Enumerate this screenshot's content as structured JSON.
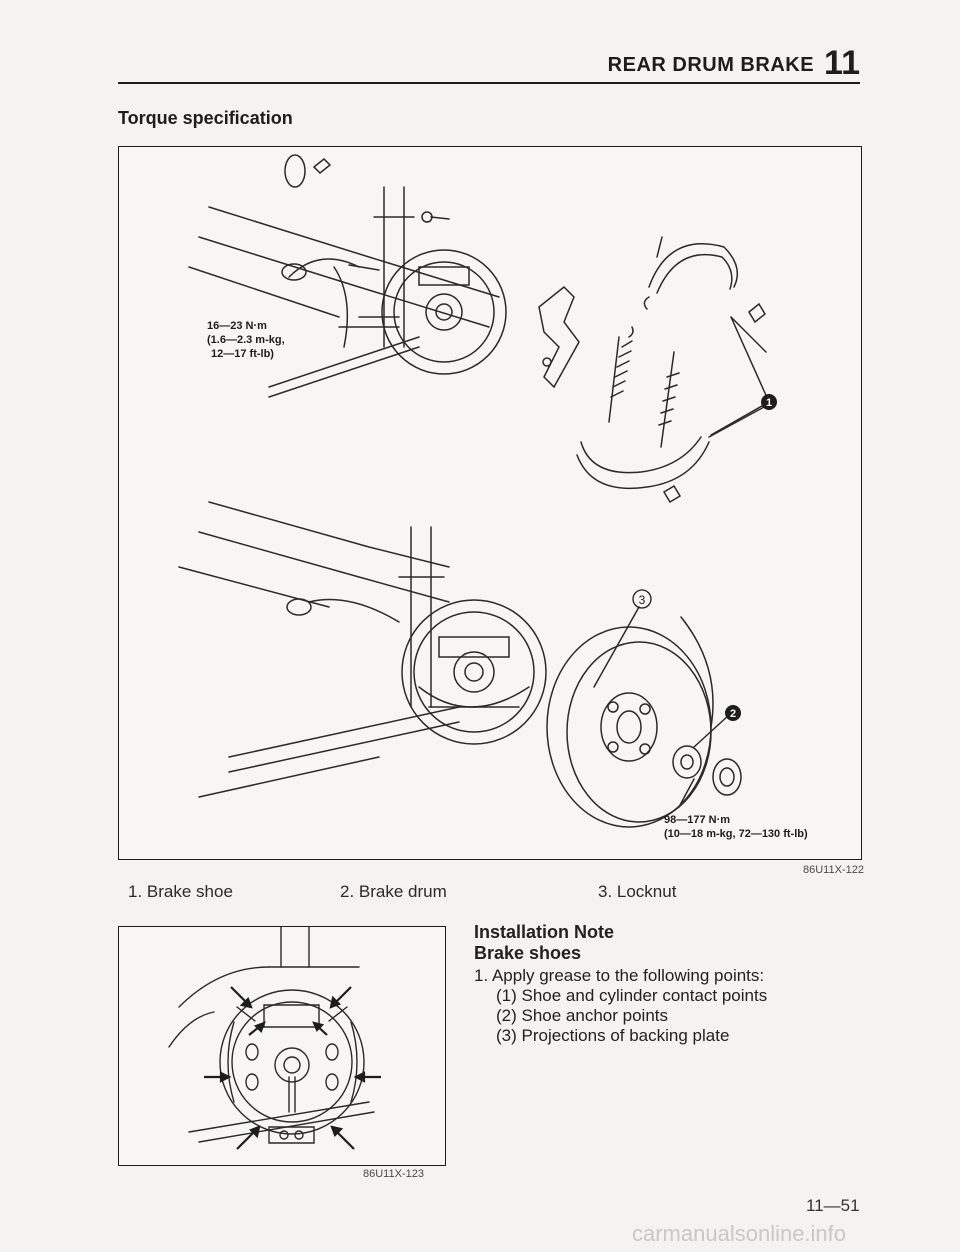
{
  "header": {
    "title": "REAR DRUM BRAKE",
    "chapter": "11"
  },
  "section_title": "Torque specification",
  "figure_main": {
    "torque_left": [
      "16—23 N·m",
      "(1.6—2.3 m-kg,",
      "12—17 ft-lb)"
    ],
    "torque_bottom": [
      "98—177 N·m",
      "(10—18 m-kg, 72—130 ft-lb)"
    ],
    "callouts": [
      "1",
      "2",
      "3"
    ],
    "code": "86U11X-122"
  },
  "legend": [
    "1. Brake shoe",
    "2. Brake drum",
    "3. Locknut"
  ],
  "figure_small": {
    "code": "86U11X-123"
  },
  "installation": {
    "title": "Installation Note",
    "subtitle": "Brake shoes",
    "step": "1. Apply grease to the following points:",
    "points": [
      "(1) Shoe and cylinder contact points",
      "(2) Shoe anchor points",
      "(3) Projections of backing plate"
    ]
  },
  "page_number": "11—51",
  "watermark": "carmanualsonline.info"
}
